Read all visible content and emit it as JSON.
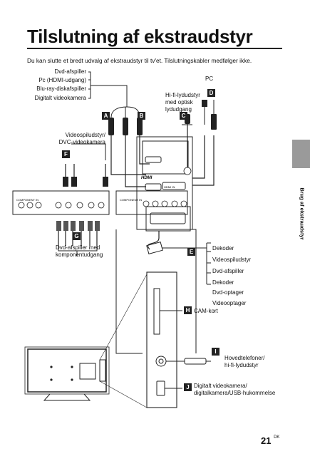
{
  "page": {
    "title": "Tilslutning af ekstraudstyr",
    "intro": "Du kan slutte et bredt udvalg af ekstraudstyr til tv'et. Tilslutningskabler medfølger ikke.",
    "side_tab": "Brug af ekstraudstyr",
    "page_number": "21",
    "page_suffix": "DK"
  },
  "devices": {
    "top_list": [
      "Dvd-afspiller",
      "Pc (HDMI-udgang)",
      "Blu-ray-diskafspiller",
      "Digitalt videokamera"
    ],
    "hifi": "Hi-fi-lydudstyr\nmed optisk\nlydudgang",
    "pc": "PC",
    "video_player": "Videospiludstyr/\nDVC-videokamera",
    "component_dvd": "Dvd-afspiller med\nkomponentudgang",
    "scart_list": [
      "Dekoder",
      "Videospiludstyr",
      "Dvd-afspiller",
      "Dekoder",
      "Dvd-optager",
      "Videooptager"
    ],
    "cam": "CAM-kort",
    "headphones": "Hovedtelefoner/\nhi-fi-lydudstyr",
    "usb": "Digitalt videokamera/\ndigitalkamera/USB-hukommelse"
  },
  "letters": [
    "A",
    "B",
    "C",
    "D",
    "E",
    "F",
    "G",
    "H",
    "I",
    "J"
  ],
  "panel_labels": {
    "component_left": "COMPONENT IN",
    "component_right": "COMPONENT IN",
    "hdmi_logo": "HDMI",
    "hdmi_in": "HDMI IN"
  }
}
